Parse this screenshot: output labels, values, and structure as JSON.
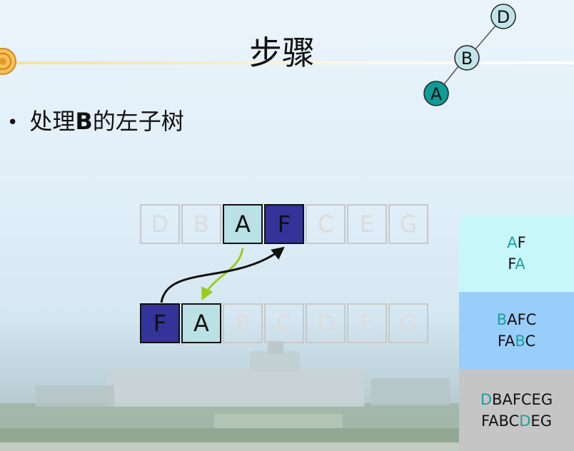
{
  "title": "步骤",
  "bullet": {
    "symbol": "•",
    "prefix": "处理",
    "bold_text": "B",
    "suffix": "的左子树"
  },
  "tree": {
    "nodes": [
      {
        "id": "D",
        "label": "D",
        "fill": "#c0e4ea"
      },
      {
        "id": "B",
        "label": "B",
        "fill": "#c0e4ea"
      },
      {
        "id": "A",
        "label": "A",
        "fill": "#0f9b96"
      }
    ],
    "edges": [
      [
        "D",
        "B"
      ],
      [
        "B",
        "A"
      ]
    ]
  },
  "top_row": [
    {
      "label": "D",
      "state": "faded"
    },
    {
      "label": "B",
      "state": "faded"
    },
    {
      "label": "A",
      "state": "light"
    },
    {
      "label": "F",
      "state": "dark"
    },
    {
      "label": "C",
      "state": "faded"
    },
    {
      "label": "E",
      "state": "faded"
    },
    {
      "label": "G",
      "state": "faded"
    }
  ],
  "bottom_row": [
    {
      "label": "F",
      "state": "dark"
    },
    {
      "label": "A",
      "state": "light"
    },
    {
      "label": "B",
      "state": "faded"
    },
    {
      "label": "C",
      "state": "faded"
    },
    {
      "label": "D",
      "state": "faded"
    },
    {
      "label": "E",
      "state": "faded"
    },
    {
      "label": "G",
      "state": "faded"
    }
  ],
  "arrows": {
    "green_color": "#9acc1e",
    "black_color": "#111111"
  },
  "panels": [
    {
      "background": "#c8f7f9",
      "line1": {
        "hl": "A",
        "rest": "F"
      },
      "line2": {
        "pre": "F",
        "hl": "A",
        "post": ""
      }
    },
    {
      "background": "#99cdfa",
      "line1": {
        "hl": "B",
        "rest": "AFC"
      },
      "line2": {
        "pre": "FA",
        "hl": "B",
        "post": "C"
      }
    },
    {
      "background": "#c5c5c5",
      "line1": {
        "hl": "D",
        "rest": "BAFCEG"
      },
      "line2": {
        "pre": "FABC",
        "hl": "D",
        "post": "EG"
      }
    }
  ],
  "colors": {
    "highlight_text": "#1e9ea0",
    "dark_cell": "#33339a",
    "light_cell": "#b9e1e6"
  }
}
